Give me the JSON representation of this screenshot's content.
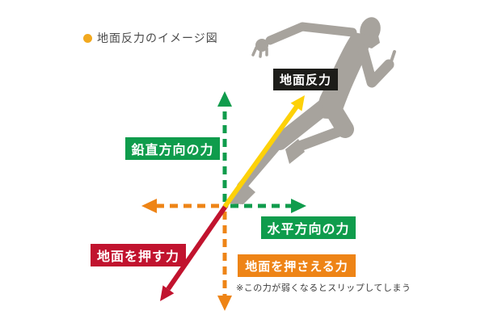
{
  "title": {
    "text": "地面反力のイメージ図"
  },
  "labels": {
    "ground_reaction": {
      "text": "地面反力"
    },
    "vertical_force": {
      "text": "鉛直方向の力"
    },
    "horizontal_force": {
      "text": "水平方向の力"
    },
    "push_ground": {
      "text": "地面を押す力"
    },
    "press_ground": {
      "text": "地面を押さえる力"
    }
  },
  "note": {
    "text": "※この力が弱くなるとスリップしてしまう"
  },
  "arrows": {
    "ground_reaction": {
      "direction": "up-right",
      "style": "solid",
      "color_key": "yellow"
    },
    "vertical": {
      "direction": "up",
      "style": "dashed",
      "color_key": "green"
    },
    "horizontal": {
      "direction": "right",
      "style": "dashed",
      "color_key": "green"
    },
    "backward": {
      "direction": "left",
      "style": "dashed",
      "color_key": "orange"
    },
    "press_down": {
      "direction": "down",
      "style": "dashed",
      "color_key": "orange"
    },
    "push_ground": {
      "direction": "down-left",
      "style": "solid",
      "color_key": "red"
    }
  },
  "colors": {
    "green": "#0f9c4c",
    "orange": "#ee8416",
    "yellow": "#fdd108",
    "red": "#c1132e",
    "silhouette": "#a7a39d",
    "label_black": "#1c1c19",
    "bullet": "#f2a91f"
  }
}
